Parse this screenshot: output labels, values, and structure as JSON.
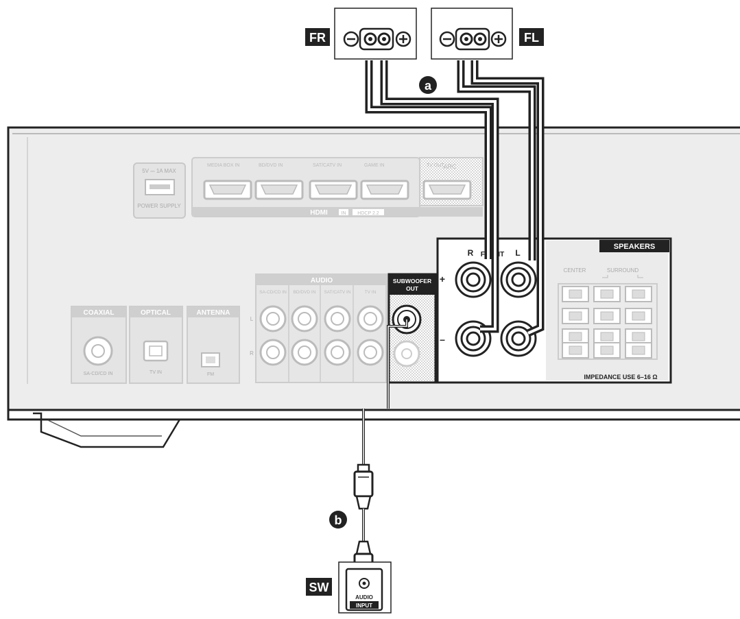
{
  "speakers": {
    "fr": {
      "tag": "FR"
    },
    "fl": {
      "tag": "FL"
    },
    "sw": {
      "tag": "SW",
      "jack_line1": "AUDIO",
      "jack_line2": "INPUT"
    }
  },
  "callouts": {
    "a": "a",
    "b": "b"
  },
  "receiver": {
    "usb": {
      "top": "5V ⎓ 1A MAX",
      "bottom": "POWER SUPPLY"
    },
    "hdmi": {
      "label": "HDMI",
      "badge1": "IN",
      "badge2": "HDCP 2.2",
      "ports": [
        "MEDIA BOX IN",
        "BD/DVD IN",
        "SAT/CATV IN",
        "GAME IN",
        "TV OUT"
      ],
      "arc": "ARC"
    },
    "digital": {
      "coaxial": "COAXIAL",
      "coaxial_sub": "SA-CD/CD IN",
      "optical": "OPTICAL",
      "optical_sub": "TV IN",
      "antenna": "ANTENNA",
      "antenna_sub": "FM"
    },
    "audio": {
      "label": "AUDIO",
      "inputs": [
        "SA-CD/CD IN",
        "BD/DVD IN",
        "SAT/CATV IN",
        "TV IN"
      ],
      "side_l": "L",
      "side_r": "R"
    },
    "subwoofer": {
      "line1": "SUBWOOFER",
      "line2": "OUT"
    },
    "speakers_panel": {
      "header": "SPEAKERS",
      "front": "FRONT",
      "r": "R",
      "l": "L",
      "plus": "+",
      "minus": "–",
      "center": "CENTER",
      "surround": "SURROUND",
      "impedance": "IMPEDANCE USE  6–16 Ω"
    }
  }
}
